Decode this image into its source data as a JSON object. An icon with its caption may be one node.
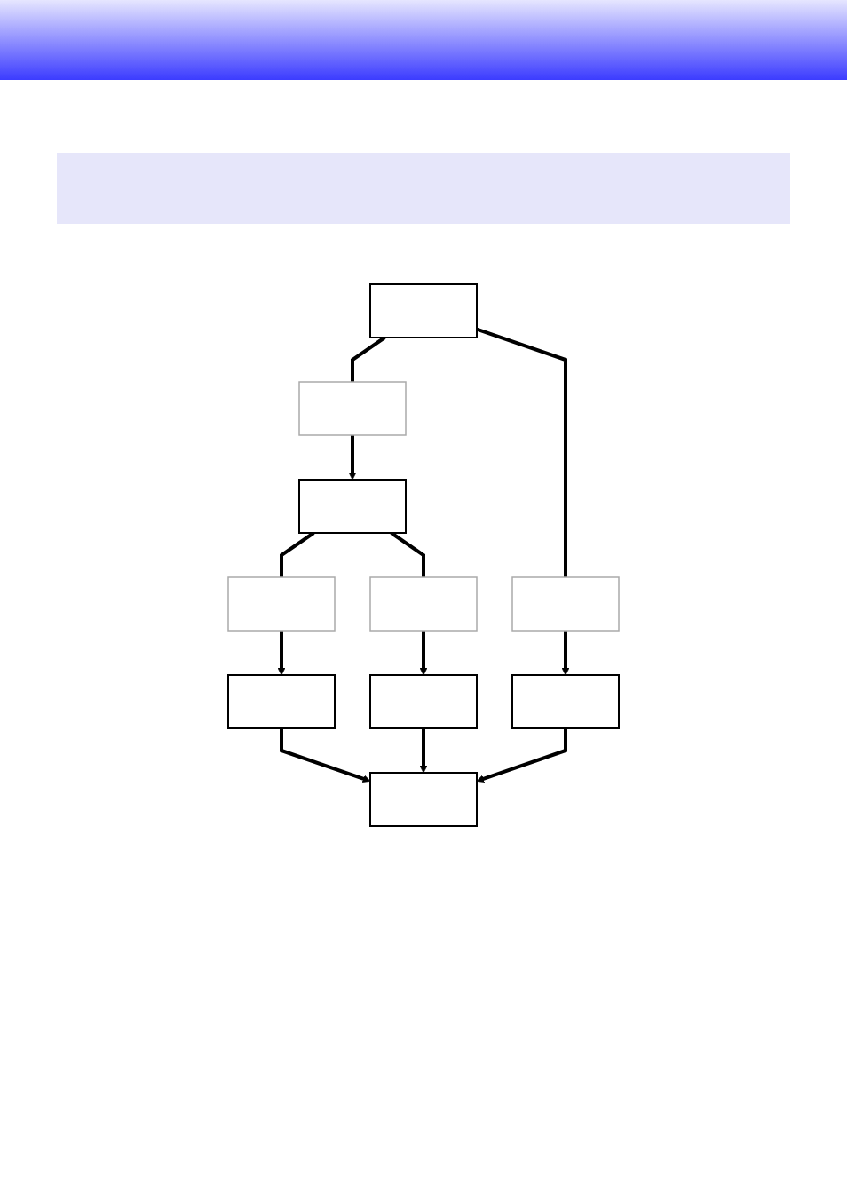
{
  "diagram": {
    "nodes": [
      {
        "text": [],
        "shape": "box"
      },
      {
        "text": [],
        "shape": "box"
      },
      {
        "text": [],
        "shape": "box"
      },
      {
        "text": [],
        "shape": "box"
      },
      {
        "text": [],
        "shape": "box"
      },
      {
        "text": [],
        "shape": "box"
      },
      {
        "text": [],
        "shape": "box"
      },
      {
        "text": [],
        "shape": "box"
      },
      {
        "text": [],
        "shape": "box"
      },
      {
        "text": [],
        "shape": "box"
      }
    ],
    "edges": [
      {
        "from": 0,
        "to": 1,
        "arrow": "none"
      },
      {
        "from": 0,
        "to": 2,
        "arrow": "none"
      },
      {
        "from": 1,
        "to": 3,
        "arrow": "to"
      },
      {
        "from": 2,
        "to": 4,
        "arrow": "to"
      },
      {
        "from": 3,
        "to": 5,
        "arrow": "none"
      },
      {
        "from": 3,
        "to": 6,
        "arrow": "none"
      },
      {
        "from": 5,
        "to": 7,
        "arrow": "to"
      },
      {
        "from": 6,
        "to": 8,
        "arrow": "to"
      },
      {
        "from": 7,
        "to": 9,
        "arrow": "to"
      },
      {
        "from": 8,
        "to": 9,
        "arrow": "to"
      },
      {
        "from": 4,
        "to": 9,
        "arrow": "to"
      }
    ]
  }
}
